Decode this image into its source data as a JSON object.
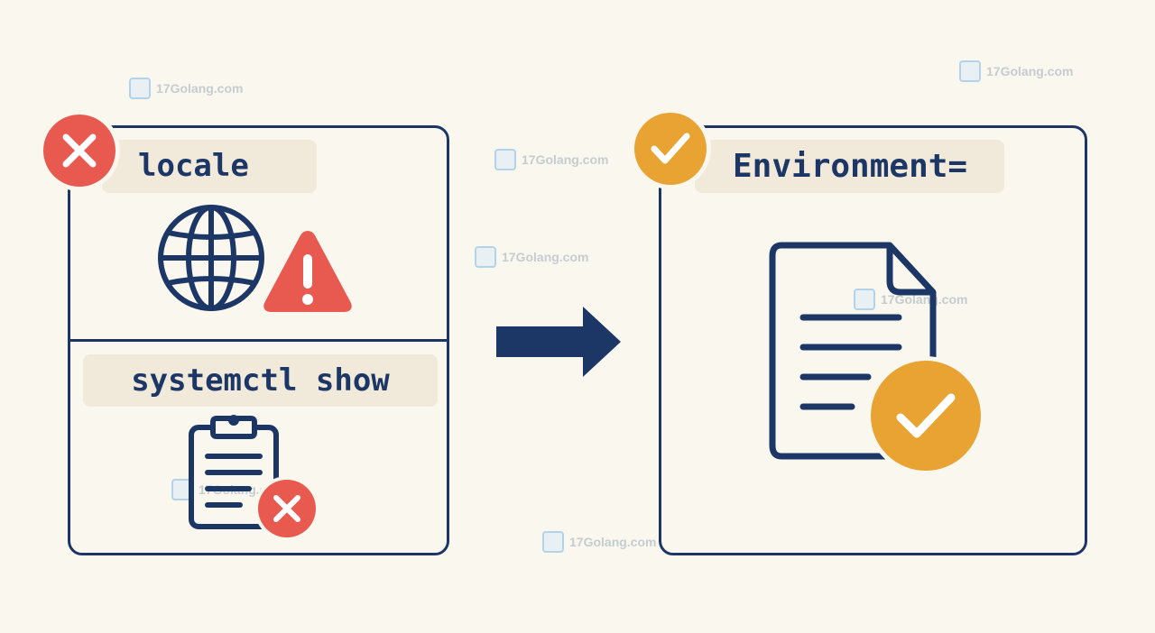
{
  "left": {
    "label_top": "locale",
    "label_bottom": "systemctl show",
    "status_icon": "x-circle-icon",
    "icons": [
      "globe-icon",
      "warning-triangle-icon",
      "clipboard-icon",
      "x-circle-icon"
    ]
  },
  "right": {
    "label": "Environment=",
    "status_icon": "check-circle-icon",
    "icons": [
      "document-icon",
      "check-circle-icon"
    ]
  },
  "arrow_icon": "right-arrow-icon",
  "colors": {
    "navy": "#1c3766",
    "error_red": "#e85a4f",
    "success_gold": "#e8a332",
    "background": "#faf7ef",
    "label_bg": "#f1e9da"
  },
  "watermark": {
    "text": "17Golang.com"
  }
}
